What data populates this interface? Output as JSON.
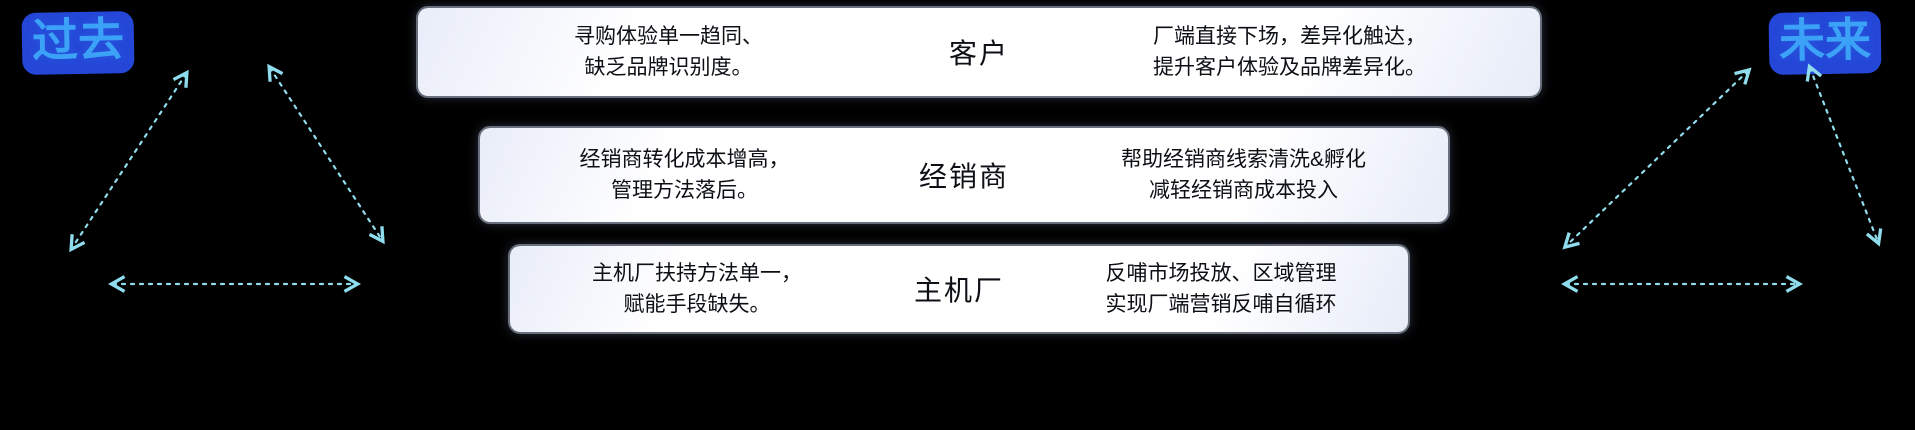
{
  "labels": {
    "past": "过去",
    "future": "未来"
  },
  "rows": [
    {
      "left": "寻购体验单一趋同、\n缺乏品牌识别度。",
      "center": "客户",
      "right": "厂端直接下场，差异化触达，\n提升客户体验及品牌差异化。"
    },
    {
      "left": "经销商转化成本增高，\n管理方法落后。",
      "center": "经销商",
      "right": "帮助经销商线索清洗&孵化\n减轻经销商成本投入"
    },
    {
      "left": "主机厂扶持方法单一，\n赋能手段缺失。",
      "center": "主机厂",
      "right": "反哺市场投放、区域管理\n实现厂端营销反哺自循环"
    }
  ],
  "colors": {
    "background": "#000000",
    "era_text": "#3ba2f8",
    "era_bg": "#2547d8",
    "arrow_cyan": "#8fdcec",
    "box_text": "#0c0f14"
  }
}
